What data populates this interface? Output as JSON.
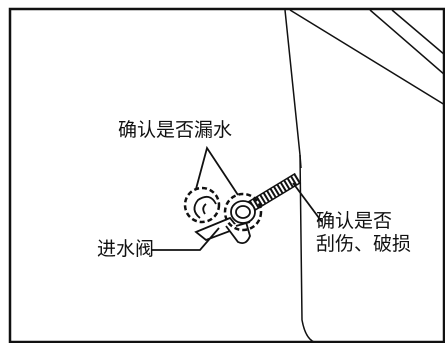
{
  "callouts": {
    "check_leak": "确认是否漏水",
    "inlet_valve": "进水阀",
    "check_hose_line1": "确认是否",
    "check_hose_line2": "刮伤、破损"
  },
  "colors": {
    "line": "#111111",
    "background": "#ffffff"
  }
}
